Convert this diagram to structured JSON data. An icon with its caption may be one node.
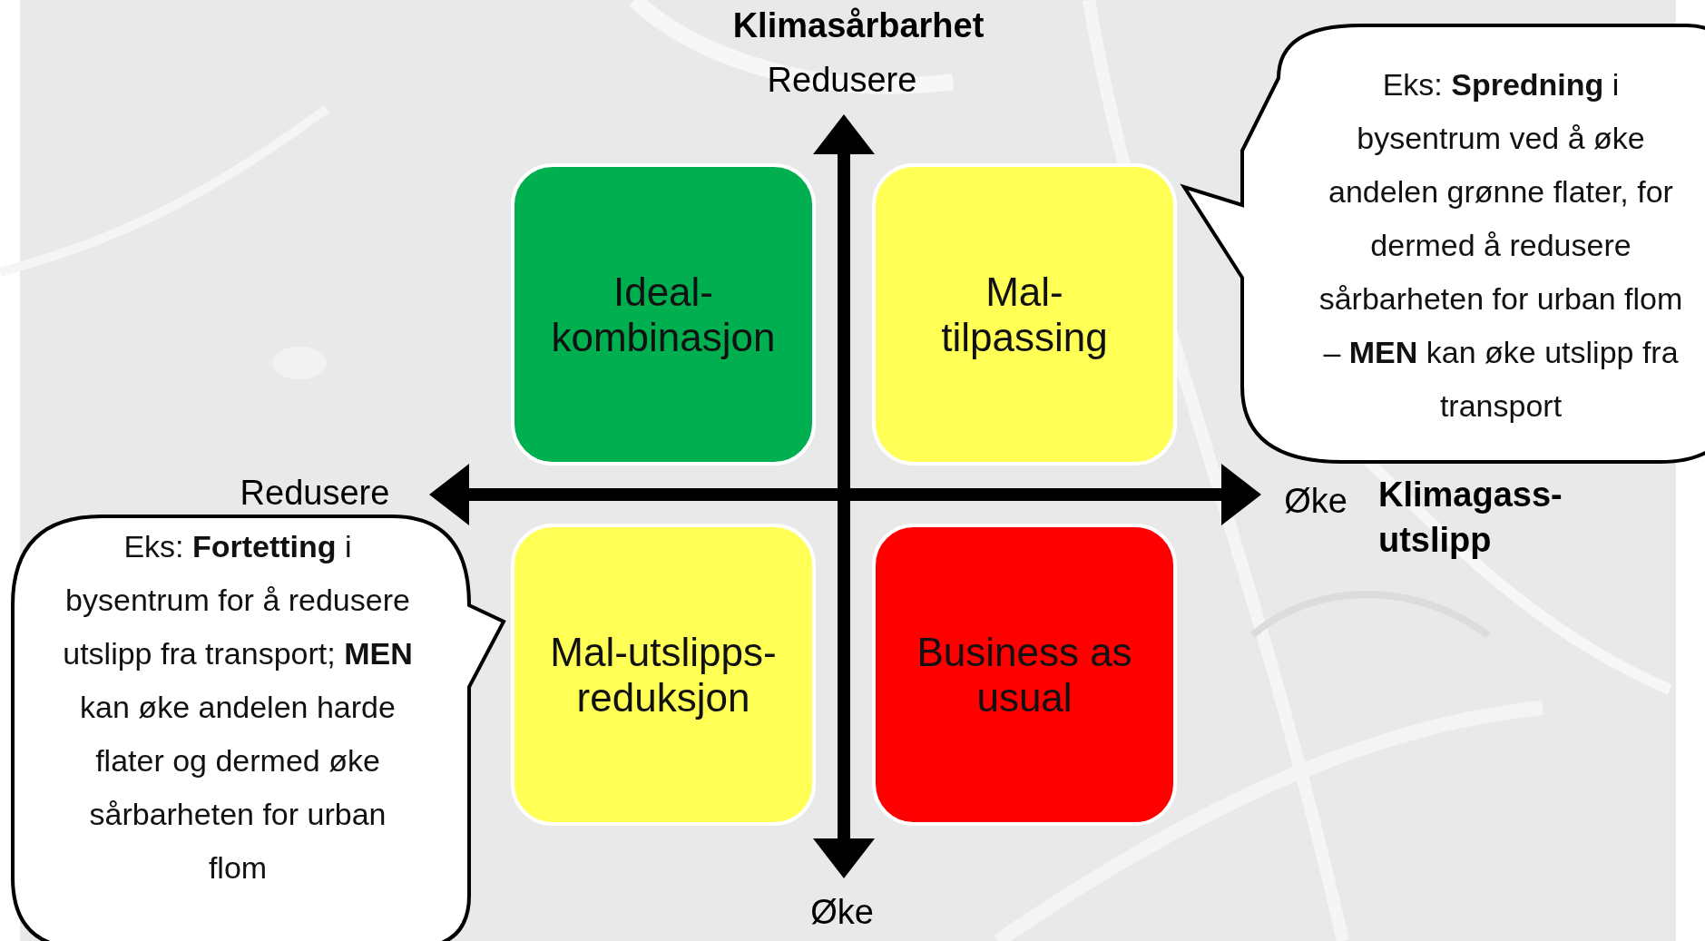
{
  "diagram": {
    "nodes": [
      {
        "text": [
          "Ideal-kombinasjon"
        ]
      },
      {
        "text": [
          "Mal-tilpassing"
        ]
      },
      {
        "text": [
          "Mal-utslipps-reduksjon"
        ]
      },
      {
        "text": [
          "Business as usual"
        ]
      },
      {
        "text": [
          "Eks: **Spredning** i bysentrum ved å øke andelen grønne flater, for dermed å redusere sårbarheten for urban flom – **MEN** kan øke utslipp fra transport"
        ]
      },
      {
        "text": [
          "Eks: **Fortetting** i bysentrum for å redusere utslipp fra transport; **MEN** kan øke andelen harde flater og dermed øke sårbarheten for urban flom"
        ]
      }
    ],
    "edges": [],
    "labels": [
      "Klimasårbarhet",
      "Redusere",
      "Redusere",
      "Øke",
      "Klimagass-utslipp",
      "Øke"
    ]
  }
}
